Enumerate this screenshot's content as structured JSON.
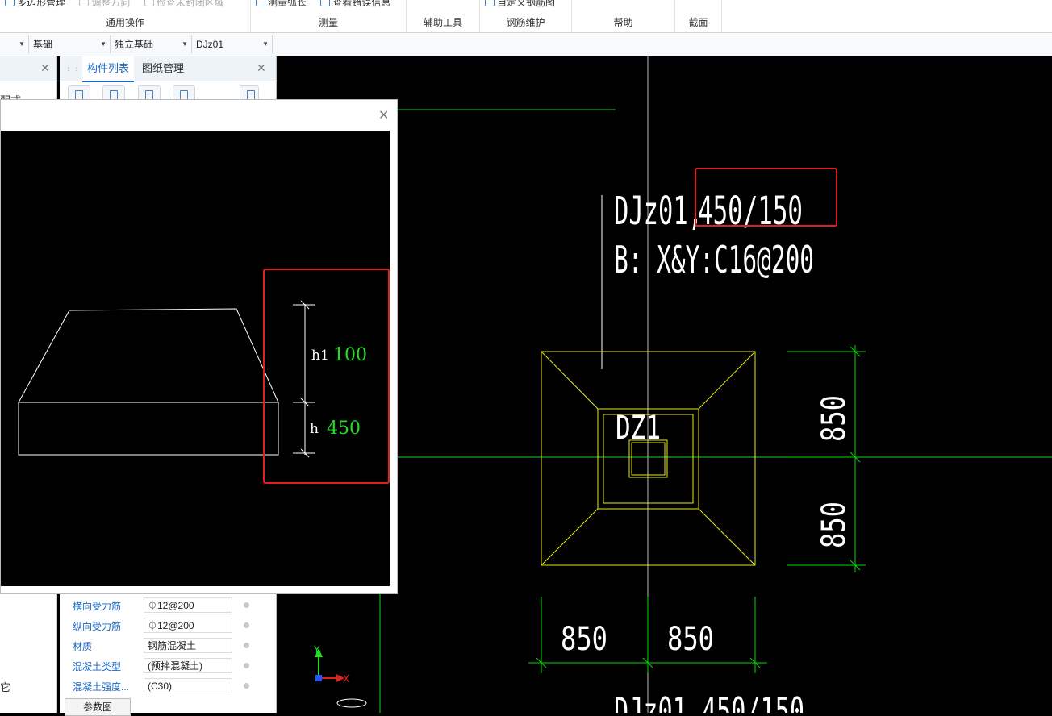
{
  "ribbon": {
    "groups": [
      {
        "label": "通用操作",
        "items": [
          "多边形管理",
          "调整方向",
          "检查未封闭区域"
        ]
      },
      {
        "label": "测量",
        "items": [
          "测量弧长",
          "查看错误信息"
        ]
      },
      {
        "label": "辅助工具",
        "items": []
      },
      {
        "label": "钢筋维护",
        "items": [
          "自定义钢筋图"
        ]
      },
      {
        "label": "帮助",
        "items": []
      },
      {
        "label": "截面",
        "items": []
      }
    ]
  },
  "selectors": {
    "floor": "",
    "category": "基础",
    "subcategory": "独立基础",
    "component": "DJz01"
  },
  "left_panel": {
    "partial_text": "配式",
    "bottom_item": "它"
  },
  "mid_panel": {
    "tabs": [
      "构件列表",
      "图纸管理"
    ],
    "props": [
      {
        "name": "横向受力筋",
        "value": "⏀12@200"
      },
      {
        "name": "纵向受力筋",
        "value": "⏀12@200"
      },
      {
        "name": "材质",
        "value": "钢筋混凝土"
      },
      {
        "name": "混凝土类型",
        "value": "(预拌混凝土)"
      },
      {
        "name": "混凝土强度...",
        "value": "(C30)"
      }
    ],
    "param_button": "参数图"
  },
  "dialog": {
    "labels": {
      "h1": "h1",
      "h": "h"
    },
    "values": {
      "h1": "100",
      "h": "450"
    }
  },
  "cad": {
    "title_line1_prefix": "DJz01,",
    "title_line1_highlight": "450/150",
    "title_line2": "B: X&Y:C16@200",
    "column_label": "DZ1",
    "dims": {
      "right_top": "850",
      "right_bottom": "850",
      "bottom_left": "850",
      "bottom_right": "850"
    },
    "bottom_partial": "DJz01,450/150",
    "axis_y": "Y",
    "axis_x": "X"
  },
  "colors": {
    "accent": "#1a66c2",
    "highlight_red": "#e02020",
    "footing_yellow": "#e8e81e",
    "grid_green": "#22cc22",
    "dim_green": "#00dd00"
  }
}
